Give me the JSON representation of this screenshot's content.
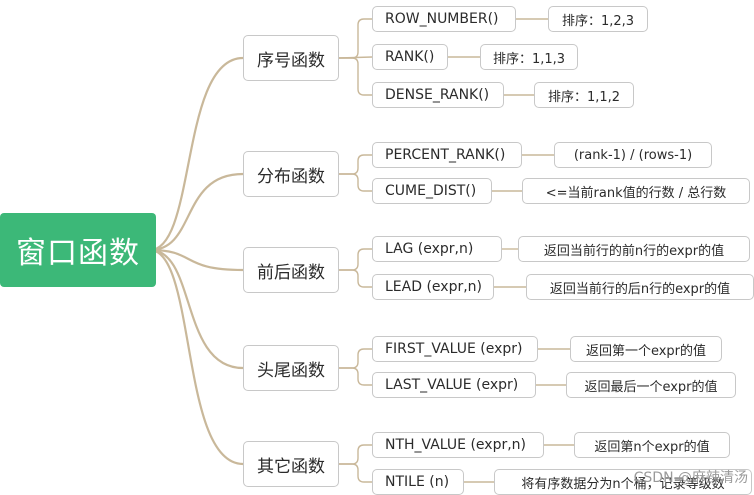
{
  "root": "窗口函数",
  "categories": [
    {
      "name": "序号函数",
      "functions": [
        {
          "name": "ROW_NUMBER()",
          "desc": "排序：1,2,3"
        },
        {
          "name": "RANK()",
          "desc": "排序：1,1,3"
        },
        {
          "name": "DENSE_RANK()",
          "desc": "排序：1,1,2"
        }
      ]
    },
    {
      "name": "分布函数",
      "functions": [
        {
          "name": "PERCENT_RANK()",
          "desc": "(rank-1) / (rows-1)"
        },
        {
          "name": "CUME_DIST()",
          "desc": "<=当前rank值的行数 / 总行数"
        }
      ]
    },
    {
      "name": "前后函数",
      "functions": [
        {
          "name": "LAG (expr,n)",
          "desc": "返回当前行的前n行的expr的值"
        },
        {
          "name": "LEAD (expr,n)",
          "desc": "返回当前行的后n行的expr的值"
        }
      ]
    },
    {
      "name": "头尾函数",
      "functions": [
        {
          "name": "FIRST_VALUE (expr)",
          "desc": "返回第一个expr的值"
        },
        {
          "name": "LAST_VALUE (expr)",
          "desc": "返回最后一个expr的值"
        }
      ]
    },
    {
      "name": "其它函数",
      "functions": [
        {
          "name": "NTH_VALUE (expr,n)",
          "desc": "返回第n个expr的值"
        },
        {
          "name": "NTILE (n)",
          "desc": "将有序数据分为n个桶，记录等级数"
        }
      ]
    }
  ],
  "watermark": "CSDN @麻辣清汤"
}
